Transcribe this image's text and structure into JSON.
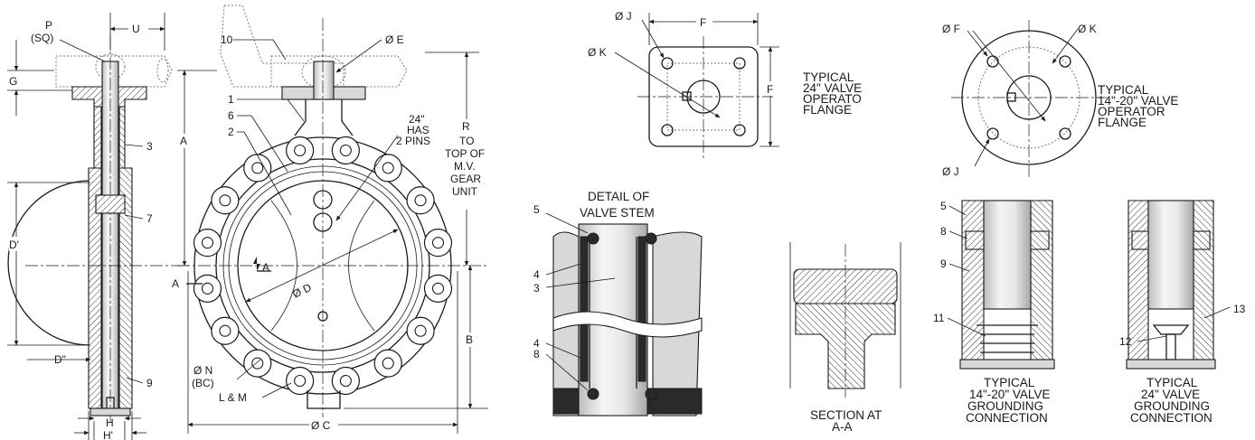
{
  "side_view": {
    "labels": {
      "p_sq_1": "P",
      "p_sq_2": "(SQ)",
      "u": "U",
      "g": "G",
      "d_prime": "D'",
      "d_dbl": "D\"",
      "h": "H",
      "h_prime": "H'"
    },
    "callouts": [
      "3",
      "7",
      "9"
    ]
  },
  "front_view": {
    "labels": {
      "callout_10": "10",
      "e": "Ø E",
      "callout_1": "1",
      "callout_6": "6",
      "callout_2": "2",
      "a_dim": "A",
      "b_dim": "B",
      "c_dim": "Ø C",
      "d_dim": "Ø D",
      "r_dim": "R",
      "r_note": [
        "TO",
        "TOP OF",
        "M.V.",
        "GEAR",
        "UNIT"
      ],
      "pins_note": [
        "24\"",
        "HAS",
        "2 PINS"
      ],
      "section_a_left": "A",
      "section_a_right": "A",
      "n_bc_1": "Ø N",
      "n_bc_2": "(BC)",
      "l_m": "L & M"
    }
  },
  "flange_24": {
    "labels": {
      "j": "Ø J",
      "k": "Ø K",
      "f_top": "F",
      "f_side": "F"
    },
    "caption": [
      "TYPICAL",
      "24\" VALVE",
      "OPERATO",
      "FLANGE"
    ]
  },
  "flange_14_20": {
    "labels": {
      "f": "Ø F",
      "k": "Ø K",
      "j": "Ø J"
    },
    "caption": [
      "TYPICAL",
      "14\"-20\" VALVE",
      "OPERATOR",
      "FLANGE"
    ]
  },
  "stem_detail": {
    "title": [
      "DETAIL OF",
      "VALVE STEM"
    ],
    "callouts": [
      "5",
      "4",
      "3",
      "4",
      "8"
    ]
  },
  "section_aa": {
    "caption": [
      "SECTION AT",
      "A-A"
    ]
  },
  "grounding_14_20": {
    "callouts": [
      "5",
      "8",
      "9",
      "11"
    ],
    "caption": [
      "TYPICAL",
      "14\"-20\" VALVE",
      "GROUNDING",
      "CONNECTION"
    ]
  },
  "grounding_24": {
    "callouts": [
      "12",
      "13"
    ],
    "caption": [
      "TYPICAL",
      "24\" VALVE",
      "GROUNDING",
      "CONNECTION"
    ]
  }
}
